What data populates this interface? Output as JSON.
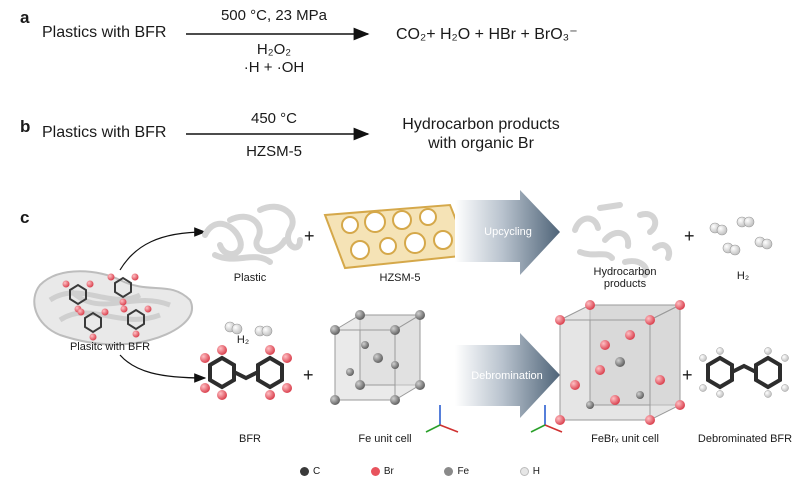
{
  "panel_a": {
    "label": "a",
    "reactant": "Plastics with BFR",
    "condition_top": "500 °C, 23 MPa",
    "condition_bottom_1": "H₂O₂",
    "condition_bottom_2": "·H + ·OH",
    "products": "CO₂+ H₂O + HBr + BrO₃⁻"
  },
  "panel_b": {
    "label": "b",
    "reactant": "Plastics with BFR",
    "condition_top": "450 °C",
    "condition_bottom": "HZSM-5",
    "product_line_1": "Hydrocarbon products",
    "product_line_2": "with organic Br"
  },
  "panel_c": {
    "label": "c",
    "start_label": "Plasitc with BFR",
    "plastic_label": "Plastic",
    "hzsm_label": "HZSM-5",
    "upcycling_label": "Upcycling",
    "hydrocarbon_label_1": "Hydrocarbon",
    "hydrocarbon_label_2": "products",
    "h2_label_top": "H₂",
    "h2_label_mid": "H₂",
    "bfr_label": "BFR",
    "fe_label": "Fe unit cell",
    "debromination_label": "Debromination",
    "febr_label": "FeBrₓ unit cell",
    "debrominated_label": "Debrominated BFR",
    "plus": "+"
  },
  "legend": [
    {
      "label": "C",
      "color": "#3a3a3a"
    },
    {
      "label": "Br",
      "color": "#e8535d"
    },
    {
      "label": "Fe",
      "color": "#8a8a8a"
    },
    {
      "label": "H",
      "color": "#e6e6e6"
    }
  ]
}
